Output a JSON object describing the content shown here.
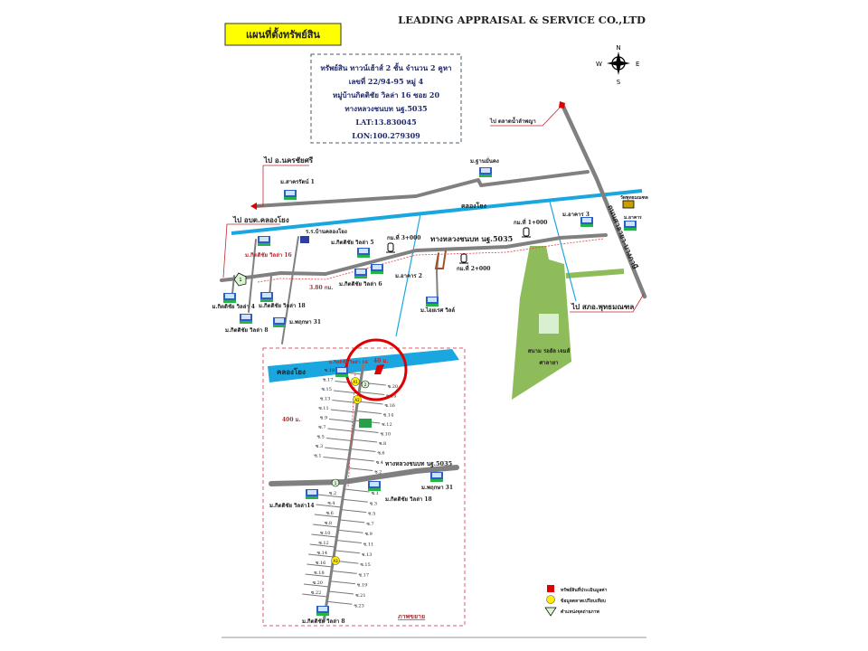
{
  "header": {
    "title": "แผนที่ตั้งทรัพย์สิน",
    "company": "LEADING APPRAISAL & SERVICE CO.,LTD"
  },
  "compass": {
    "n": "N",
    "s": "S",
    "e": "E",
    "w": "W"
  },
  "info_box": {
    "lines": [
      "ทรัพย์สิน ทาวน์เฮ้าส์ 2 ชั้น จำนวน 2 คูหา",
      "เลขที่ 22/94-95 หมู่ 4",
      "หมู่บ้านกิตติชัย วิลล่า 16 ซอย 20",
      "ทางหลวงชนบท นฐ.5035",
      "LAT:13.830045",
      "LON:100.279309"
    ]
  },
  "map": {
    "to_lamphaya": "ไป ตลาดน้ำลำพญา",
    "to_nakhonchaisi": "ไป อ.นครชัยศรี",
    "village_thanmankhong": "ม.ฐานมั่นคง",
    "village_sakhon": "ม.สาครรัตน์ 1",
    "canal": "คลองโยง",
    "to_khlongyong": "ไป อบต.คลองโยง",
    "school": "ร.ร.บ้านคลองโยง",
    "village_k5": "ม.กิตติชัย วิลล่า 5",
    "km3": "กม.ที่ 3+000",
    "highway": "ทางหลวงชนบท นฐ.5035",
    "km1": "กม.ที่ 1+000",
    "village_arkarn3": "ม.อาคาร 3",
    "temple": "วัดพุทธมณฑล",
    "village_arkarn": "ม.อาคาร",
    "vertical_road": "ถนนศาลายา-บางภาษี",
    "village_k16": "ม.กิตติชัย วิลล่า 16",
    "distance": "3.80 กม.",
    "village_k6": "ม.กิตติชัย วิลล่า 6",
    "village_arkarn2": "ม.อาคาร 2",
    "km2": "กม.ที่ 2+000",
    "village_aiyaret": "ม.ไอยเรศ วิลล์",
    "to_police": "ไป สภอ.พุทธมณฑล",
    "village_k4": "ม.กิตติชัย วิลล่า 4",
    "village_k18": "ม.กิตติชัย วิลล่า 18",
    "village_pruksa31": "ม.พฤกษา 31",
    "village_k8": "ม.กิตติชัย วิลล่า 8",
    "golf_line1": "สนาม รอยัล เจมส์",
    "golf_line2": "ศาลายา",
    "photo_point": "1"
  },
  "inset": {
    "canal": "คลองโยง",
    "village_k16": "ม.กิตติชัย วิลล่า 16",
    "dist_40": "40 ม.",
    "dist_400": "400 ม.",
    "highway": "ทางหลวงชนบท นฐ.5035",
    "village_k14": "ม.กิตติชัย วิลล่า14",
    "village_k18": "ม.กิตติชัย วิลล่า 18",
    "village_pruksa31": "ม.พฤกษา 31",
    "village_k8": "ม.กิตติชัย วิลล่า 8",
    "caption": "ภาพขยาย",
    "marker_a1": "A1",
    "marker_a2": "A2",
    "marker_a3": "A3",
    "photo_1": "1",
    "photo_2": "2",
    "upper_left_soi": [
      "ซ.19",
      "ซ.17",
      "ซ.15",
      "ซ.13",
      "ซ.11",
      "ซ.9",
      "ซ.7",
      "ซ.5",
      "ซ.3",
      "ซ.1"
    ],
    "upper_right_soi": [
      "ซ.20",
      "ซ.18",
      "ซ.16",
      "ซ.14",
      "ซ.12",
      "ซ.10",
      "ซ.8",
      "ซ.6",
      "ซ.4",
      "ซ.2"
    ],
    "lower_left_soi": [
      "ซ.2",
      "ซ.4",
      "ซ.6",
      "ซ.8",
      "ซ.10",
      "ซ.12",
      "ซ.14",
      "ซ.16",
      "ซ.18",
      "ซ.20",
      "ซ.22"
    ],
    "lower_right_soi": [
      "ซ.1",
      "ซ.3",
      "ซ.5",
      "ซ.7",
      "ซ.9",
      "ซ.11",
      "ซ.13",
      "ซ.15",
      "ซ.17",
      "ซ.19",
      "ซ.21",
      "ซ.23"
    ]
  },
  "legend": [
    {
      "label": "ทรัพย์สินที่ประเมินมูลค่า",
      "icon": "red-square"
    },
    {
      "label": "ข้อมูลตลาดเปรียบเทียบ",
      "icon": "yellow-circle"
    },
    {
      "label": "ตำแหน่งจุดถ่ายภาพ",
      "icon": "photo-point-marker"
    }
  ],
  "colors": {
    "canal": "#1aa7e0",
    "road": "#808080",
    "field": "#8fbc5a",
    "title_bg": "#ffff00",
    "accent_red": "#e00000"
  }
}
